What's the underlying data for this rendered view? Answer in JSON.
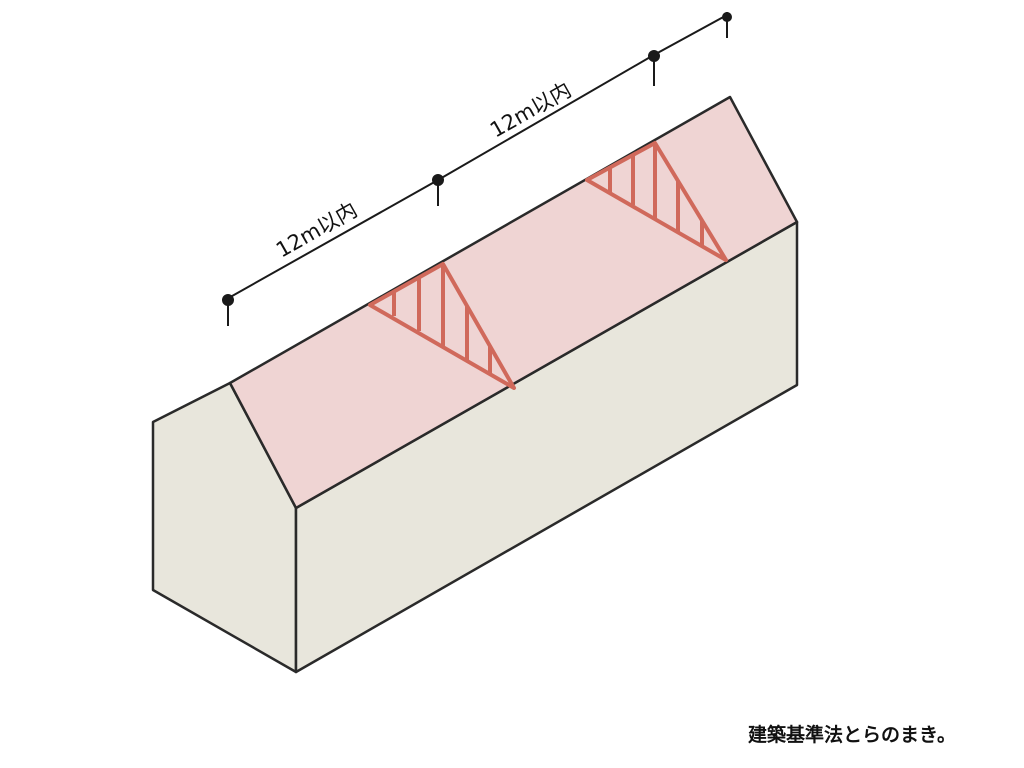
{
  "diagram": {
    "dimension_labels": [
      "12m以内",
      "12m以内"
    ],
    "caption": "建築基準法とらのまき。",
    "colors": {
      "roof": "#efd4d3",
      "wall": "#e8e6dc",
      "outline": "#2a2a2a",
      "triangle": "#d0695b"
    }
  }
}
